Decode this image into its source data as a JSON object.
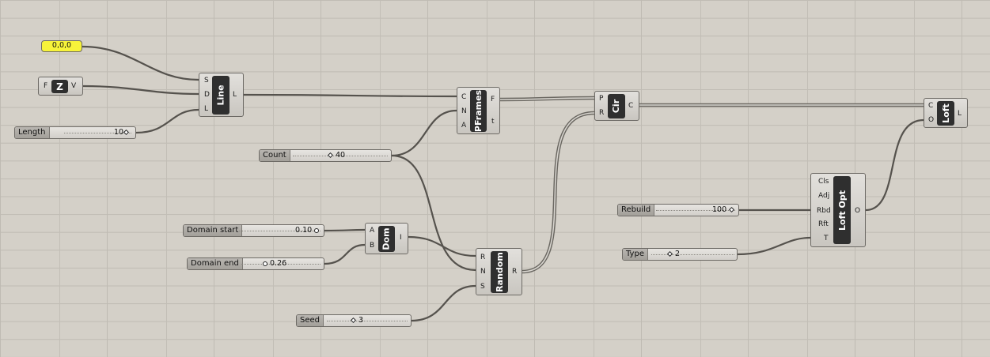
{
  "point_panel": {
    "text": "0,0,0"
  },
  "unit_z": {
    "input": "F",
    "label": "Z",
    "output": "V"
  },
  "line": {
    "label": "Line",
    "inputs": [
      "S",
      "D",
      "L"
    ],
    "outputs": [
      "L"
    ]
  },
  "pframes": {
    "label": "PFrames",
    "inputs": [
      "C",
      "N",
      "A"
    ],
    "outputs": [
      "F",
      "t"
    ]
  },
  "circle": {
    "label": "Cir",
    "inputs": [
      "P",
      "R"
    ],
    "outputs": [
      "C"
    ]
  },
  "loft": {
    "label": "Loft",
    "inputs": [
      "C",
      "O"
    ],
    "outputs": [
      "L"
    ]
  },
  "loft_opt": {
    "label": "Loft Opt",
    "inputs": [
      "Cls",
      "Adj",
      "Rbd",
      "Rft",
      "T"
    ],
    "outputs": [
      "O"
    ]
  },
  "domain": {
    "label": "Dom",
    "inputs": [
      "A",
      "B"
    ],
    "outputs": [
      "I"
    ]
  },
  "random": {
    "label": "Random",
    "inputs": [
      "R",
      "N",
      "S"
    ],
    "outputs": [
      "R"
    ]
  },
  "sliders": {
    "length": {
      "label": "Length",
      "value": "10"
    },
    "count": {
      "label": "Count",
      "value": "40"
    },
    "domain_start": {
      "label": "Domain start",
      "value": "0.10"
    },
    "domain_end": {
      "label": "Domain end",
      "value": "0.26"
    },
    "seed": {
      "label": "Seed",
      "value": "3"
    },
    "rebuild": {
      "label": "Rebuild",
      "value": "100"
    },
    "type": {
      "label": "Type",
      "value": "2"
    }
  },
  "colors": {
    "canvas": "#d4d0c8",
    "panel": "#f7f33a",
    "component_core": "#2f2f2f",
    "wire": "#55524d"
  }
}
